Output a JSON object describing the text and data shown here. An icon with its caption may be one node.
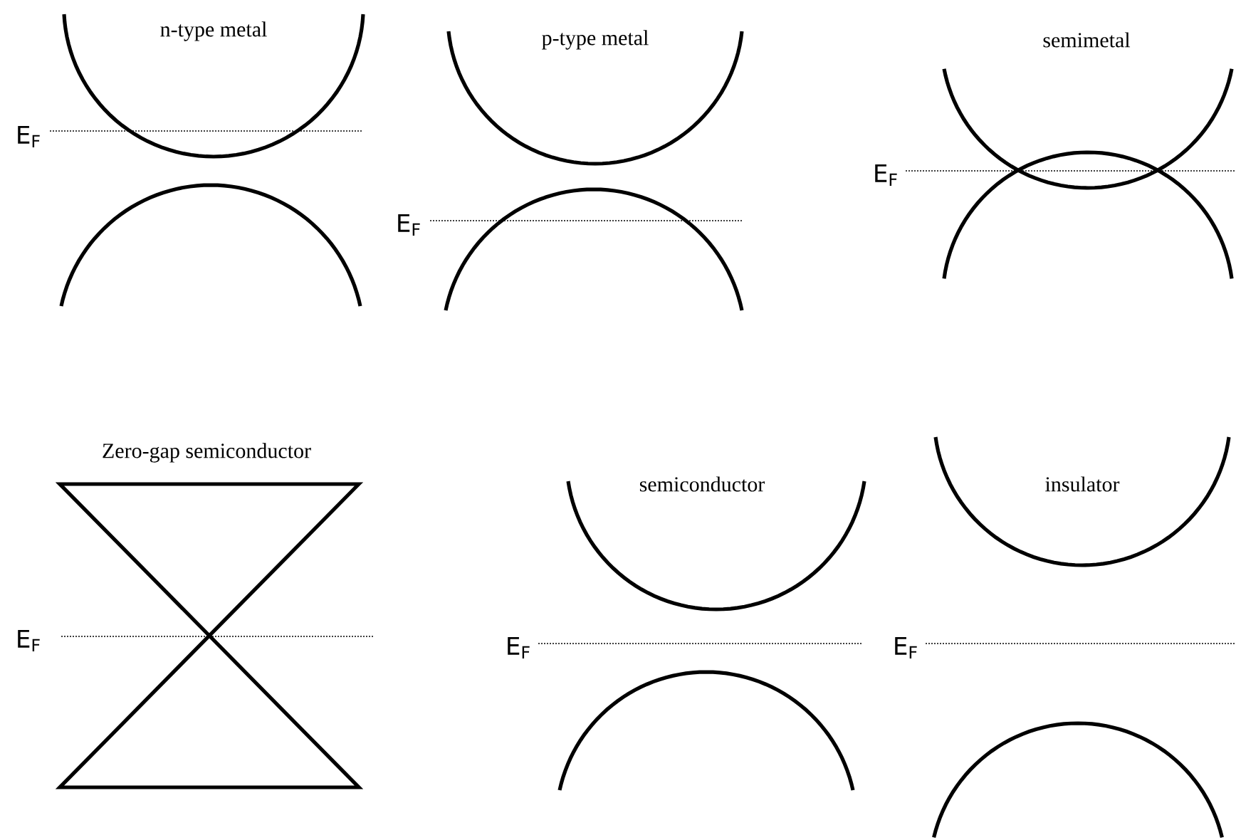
{
  "diagram": {
    "labels": [
      "n-type metal",
      "p-type metal",
      "semimetal",
      "E$_{F}$",
      "E$_{F}$",
      "E$_{F}$",
      "Zero-gap semiconductor",
      "semiconductor",
      "insulator",
      "E$_{F}$",
      "E$_{F}$",
      "E$_{F}$"
    ]
  }
}
